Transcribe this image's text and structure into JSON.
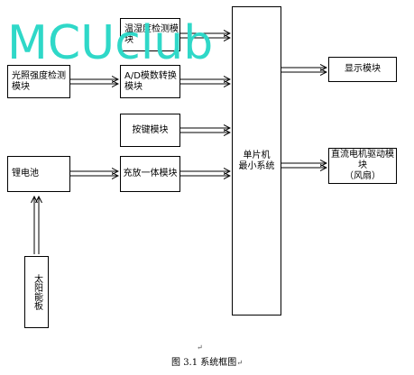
{
  "blocks": {
    "temp_humidity": "温湿度检测模块",
    "light_sensor": "光照强度检测模块",
    "adc": "A/D模数转换模块",
    "keys": "按键模块",
    "battery": "锂电池",
    "charge": "充放一体模块",
    "solar": "太阳能板",
    "mcu_line1": "单片机",
    "mcu_line2": "最小系统",
    "display": "显示模块",
    "motor_line1": "直流电机驱动模块",
    "motor_line2": "（风扇）"
  },
  "watermark": "MCUclub",
  "caption": "图 3.1  系统框图",
  "marks": {
    "para": "↵"
  }
}
